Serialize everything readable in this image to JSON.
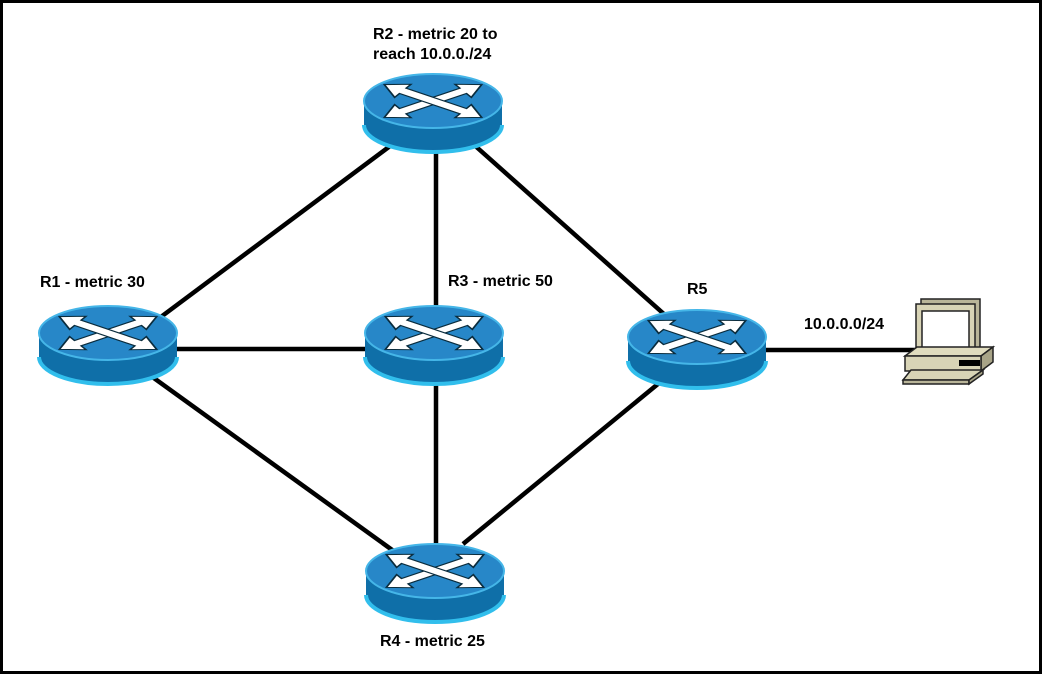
{
  "diagram": {
    "kind": "network-topology",
    "nodes": [
      {
        "id": "R2",
        "type": "router",
        "label_line1": "R2 - metric 20 to",
        "label_line2": "reach 10.0.0./24"
      },
      {
        "id": "R1",
        "type": "router",
        "label": "R1 - metric 30"
      },
      {
        "id": "R3",
        "type": "router",
        "label": "R3 - metric 50"
      },
      {
        "id": "R5",
        "type": "router",
        "label": "R5"
      },
      {
        "id": "R4",
        "type": "router",
        "label": "R4 - metric 25"
      },
      {
        "id": "PC",
        "type": "host-computer"
      }
    ],
    "edges": [
      {
        "from": "R1",
        "to": "R2"
      },
      {
        "from": "R2",
        "to": "R3"
      },
      {
        "from": "R2",
        "to": "R5"
      },
      {
        "from": "R1",
        "to": "R3"
      },
      {
        "from": "R1",
        "to": "R4"
      },
      {
        "from": "R3",
        "to": "R4"
      },
      {
        "from": "R4",
        "to": "R5"
      },
      {
        "from": "R5",
        "to": "PC"
      }
    ],
    "edge_label": {
      "edge": "R5-PC",
      "text": "10.0.0.0/24"
    },
    "colors": {
      "background": "#ffffff",
      "border": "#000000",
      "link": "#000000",
      "router_top": "#2787c8",
      "router_side": "#0f6fa8",
      "router_highlight": "#31beec",
      "router_arrow": "#ffffff",
      "pc_body": "#d8d4b6",
      "pc_shadow": "#a8a488",
      "label_text": "#000000"
    }
  }
}
